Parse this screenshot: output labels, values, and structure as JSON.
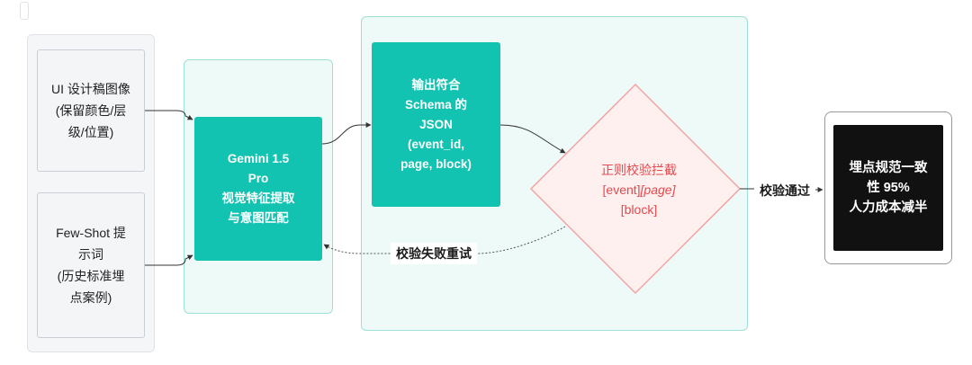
{
  "nodes": {
    "ui_input": "UI 设计稿图像\n(保留颜色/层\n级/位置)",
    "fewshot_input": "Few-Shot 提\n示词\n(历史标准埋\n点案例)",
    "gemini": "Gemini 1.5\nPro\n视觉特征提取\n与意图匹配",
    "json_output": "输出符合\nSchema 的\nJSON\n(event_id,\npage, block)",
    "validator_title": "正则校验拦截",
    "validator_event": "[event]",
    "validator_page": "[page]",
    "validator_block": "[block]",
    "result": "埋点规范一致\n性 95%\n人力成本减半"
  },
  "edges": {
    "pass_label": "校验通过",
    "retry_label": "校验失败重试"
  },
  "colors": {
    "teal": "#12c3b1",
    "teal_group_fill": "#eefaf8",
    "teal_group_border": "#9fe0d6",
    "diamond_fill": "#fdf0ef",
    "diamond_border": "#f3a3a3",
    "diamond_text": "#e5484d",
    "result_fill": "#111111"
  }
}
